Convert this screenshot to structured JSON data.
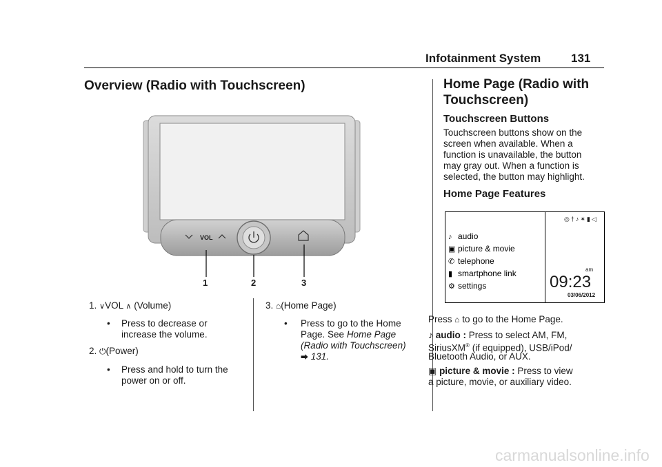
{
  "header": {
    "section": "Infotainment System",
    "page_number": "131"
  },
  "left": {
    "title": "Overview (Radio with Touchscreen)",
    "figure": {
      "vol_label": "VOL",
      "callouts": [
        "1",
        "2",
        "3"
      ]
    },
    "items": [
      {
        "num": "1.",
        "label": "VOL",
        "suffix": "(Volume)",
        "bullet": "Press to decrease or increase the volume.",
        "bullet_lines": [
          "Press to decrease or",
          "increase the volume."
        ]
      },
      {
        "num": "2.",
        "suffix": "(Power)",
        "bullet_lines": [
          "Press and hold to turn the",
          "power on or off."
        ]
      },
      {
        "num": "3.",
        "suffix": "(Home Page)",
        "bullet_lines_plain": [
          "Press to go to the Home",
          "Page. See "
        ],
        "ref_italic_1": "Home Page",
        "ref_italic_2": "(Radio with Touchscreen)",
        "ref_page": "131."
      }
    ]
  },
  "right": {
    "title_lines": [
      "Home Page (Radio with",
      "Touchscreen)"
    ],
    "sub1": "Touchscreen Buttons",
    "para1_lines": [
      "Touchscreen buttons show on the",
      "screen when available. When a",
      "function is unavailable, the button",
      "may gray out. When a function is",
      "selected, the button may highlight."
    ],
    "sub2": "Home Page Features",
    "screen": {
      "menu": [
        "audio",
        "picture & movie",
        "telephone",
        "smartphone link",
        "settings"
      ],
      "ampm": "am",
      "time": "09:23",
      "date": "03/06/2012"
    },
    "press_home_a": "Press",
    "press_home_b": "to go to the Home Page.",
    "audio_label": "audio :",
    "audio_text_1": "Press to select AM, FM,",
    "audio_text_2a": "SiriusXM",
    "audio_reg": "®",
    "audio_text_2b": "(if equipped), USB/iPod/",
    "audio_text_3": "Bluetooth Audio, or AUX.",
    "picture_label": "picture & movie :",
    "picture_text_1": "Press to view",
    "picture_text_2": "a picture, movie, or auxiliary video."
  },
  "watermark": "carmanualsonline.info"
}
